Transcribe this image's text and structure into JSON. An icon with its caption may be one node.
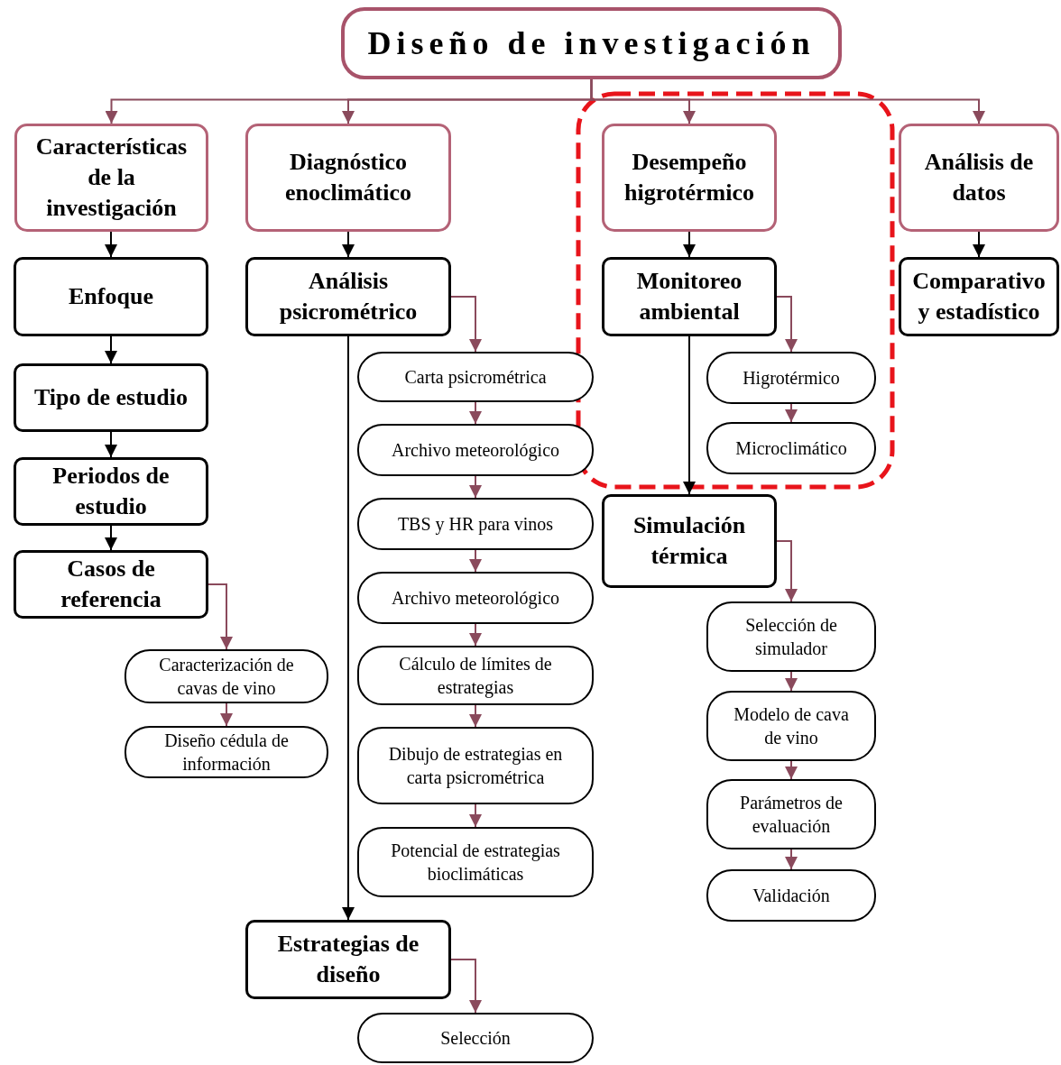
{
  "diagram": {
    "nodes": [
      {
        "text": [
          "Diseño de investigación"
        ]
      },
      {
        "text": [
          "Características de la investigación"
        ]
      },
      {
        "text": [
          "Diagnóstico enoclimático"
        ]
      },
      {
        "text": [
          "Desempeño higrotérmico"
        ]
      },
      {
        "text": [
          "Análisis de datos"
        ]
      },
      {
        "text": [
          "Enfoque"
        ]
      },
      {
        "text": [
          "Tipo de estudio"
        ]
      },
      {
        "text": [
          "Periodos de estudio"
        ]
      },
      {
        "text": [
          "Casos de referencia"
        ]
      },
      {
        "text": [
          "Caracterización de cavas de vino"
        ]
      },
      {
        "text": [
          "Diseño cédula de información"
        ]
      },
      {
        "text": [
          "Análisis psicrométrico"
        ]
      },
      {
        "text": [
          "Carta psicrométrica"
        ]
      },
      {
        "text": [
          "Archivo meteorológico"
        ]
      },
      {
        "text": [
          "TBS y HR para vinos"
        ]
      },
      {
        "text": [
          "Archivo meteorológico"
        ]
      },
      {
        "text": [
          "Cálculo de límites de estrategias"
        ]
      },
      {
        "text": [
          "Dibujo de estrategias en carta psicrométrica"
        ]
      },
      {
        "text": [
          "Potencial de estrategias bioclimáticas"
        ]
      },
      {
        "text": [
          "Estrategias de diseño"
        ]
      },
      {
        "text": [
          "Selección"
        ]
      },
      {
        "text": [
          "Monitoreo ambiental"
        ]
      },
      {
        "text": [
          "Higrotérmico"
        ]
      },
      {
        "text": [
          "Microclimático"
        ]
      },
      {
        "text": [
          "Simulación térmica"
        ]
      },
      {
        "text": [
          "Selección de simulador"
        ]
      },
      {
        "text": [
          "Modelo de cava de vino"
        ]
      },
      {
        "text": [
          "Parámetros de evaluación"
        ]
      },
      {
        "text": [
          "Validación"
        ]
      },
      {
        "text": [
          "Comparativo y estadístico"
        ]
      }
    ],
    "edges": [
      {
        "from": 0,
        "to": 1,
        "arrow": "to"
      },
      {
        "from": 0,
        "to": 2,
        "arrow": "to"
      },
      {
        "from": 0,
        "to": 3,
        "arrow": "to"
      },
      {
        "from": 0,
        "to": 4,
        "arrow": "to"
      },
      {
        "from": 1,
        "to": 5,
        "arrow": "to",
        "color": "#000000"
      },
      {
        "from": 5,
        "to": 6,
        "arrow": "to",
        "color": "#000000"
      },
      {
        "from": 6,
        "to": 7,
        "arrow": "to",
        "color": "#000000"
      },
      {
        "from": 7,
        "to": 8,
        "arrow": "to",
        "color": "#000000"
      },
      {
        "from": 8,
        "to": 9,
        "arrow": "to"
      },
      {
        "from": 9,
        "to": 10,
        "arrow": "to"
      },
      {
        "from": 2,
        "to": 11,
        "arrow": "to",
        "color": "#000000"
      },
      {
        "from": 11,
        "to": 12,
        "arrow": "to"
      },
      {
        "from": 12,
        "to": 13,
        "arrow": "to"
      },
      {
        "from": 13,
        "to": 14,
        "arrow": "to"
      },
      {
        "from": 14,
        "to": 15,
        "arrow": "to"
      },
      {
        "from": 15,
        "to": 16,
        "arrow": "to"
      },
      {
        "from": 16,
        "to": 17,
        "arrow": "to"
      },
      {
        "from": 17,
        "to": 18,
        "arrow": "to"
      },
      {
        "from": 11,
        "to": 19,
        "arrow": "to",
        "color": "#000000"
      },
      {
        "from": 19,
        "to": 20,
        "arrow": "to"
      },
      {
        "from": 3,
        "to": 21,
        "arrow": "to",
        "color": "#000000"
      },
      {
        "from": 21,
        "to": 22,
        "arrow": "to"
      },
      {
        "from": 22,
        "to": 23,
        "arrow": "to"
      },
      {
        "from": 21,
        "to": 24,
        "arrow": "to",
        "color": "#000000"
      },
      {
        "from": 24,
        "to": 25,
        "arrow": "to"
      },
      {
        "from": 25,
        "to": 26,
        "arrow": "to"
      },
      {
        "from": 26,
        "to": 27,
        "arrow": "to"
      },
      {
        "from": 27,
        "to": 28,
        "arrow": "to"
      },
      {
        "from": 4,
        "to": 29,
        "arrow": "to",
        "color": "#000000"
      }
    ]
  }
}
